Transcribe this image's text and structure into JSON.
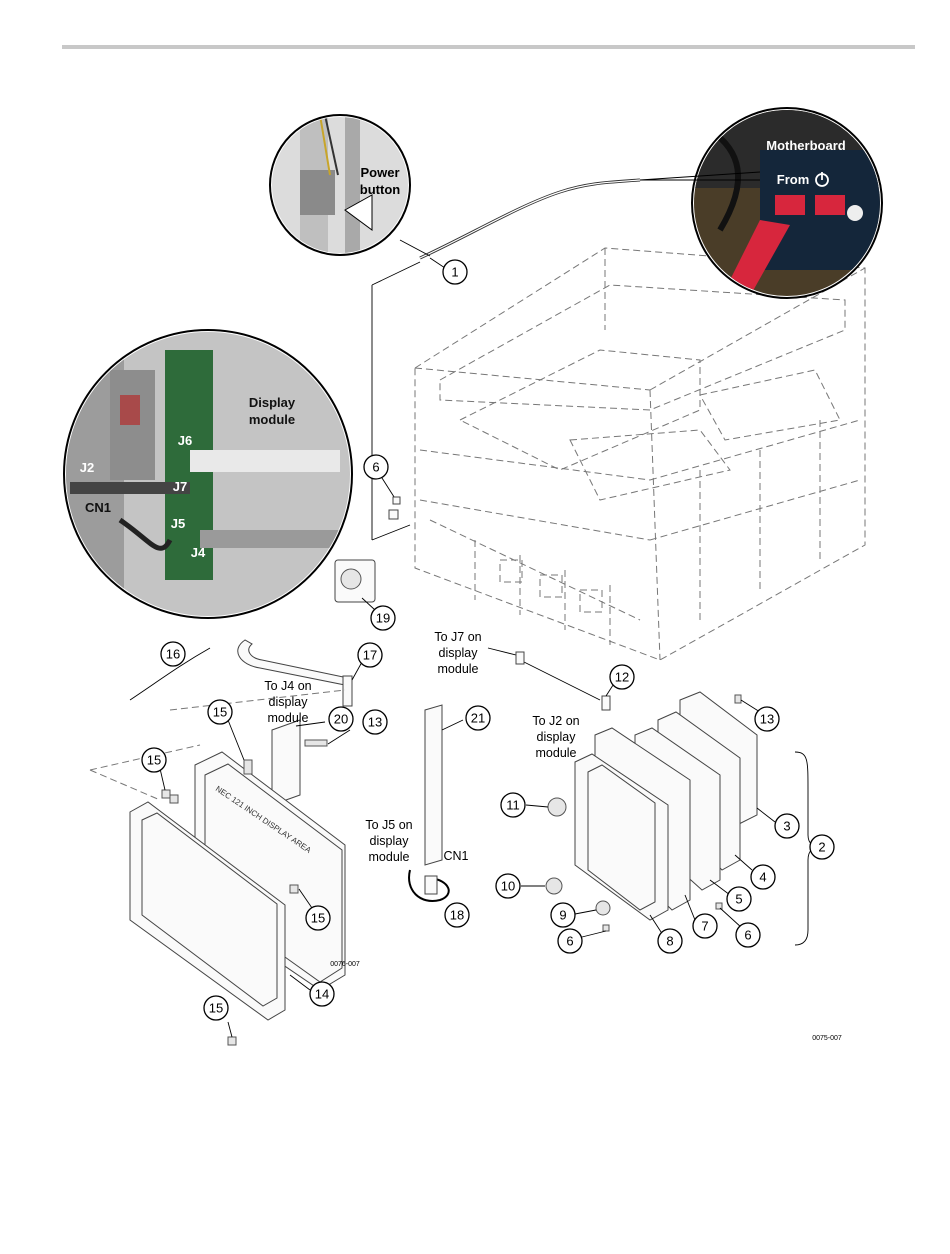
{
  "insets": {
    "power": {
      "label_line1": "Power",
      "label_line2": "button"
    },
    "motherboard": {
      "title": "Motherboard",
      "from_label": "From"
    },
    "display": {
      "title_line1": "Display",
      "title_line2": "module",
      "j6": "J6",
      "j2": "J2",
      "j7": "J7",
      "cn1": "CN1",
      "j5": "J5",
      "j4": "J4"
    }
  },
  "annotations": {
    "to_j7": [
      "To J7 on",
      "display",
      "module"
    ],
    "to_j4": [
      "To J4 on",
      "display",
      "module"
    ],
    "to_j2": [
      "To J2 on",
      "display",
      "module"
    ],
    "to_j5": [
      "To J5 on",
      "display",
      "module"
    ],
    "cn1": "CN1",
    "lcd_text": "NEC 121 INCH DISPLAY AREA",
    "fig_id_small": "0076-007",
    "fig_id": "0075-007"
  },
  "callouts": {
    "c1": "1",
    "c6a": "6",
    "c19": "19",
    "c16": "16",
    "c17": "17",
    "c12": "12",
    "c15a": "15",
    "c20": "20",
    "c13a": "13",
    "c21": "21",
    "c13b": "13",
    "c15b": "15",
    "c3": "3",
    "c2": "2",
    "c11": "11",
    "c4": "4",
    "c5": "5",
    "c10": "10",
    "c18": "18",
    "c15c": "15",
    "c9": "9",
    "c7": "7",
    "c6b": "6",
    "c6c": "6",
    "c8": "8",
    "c14": "14",
    "c15d": "15"
  },
  "colors": {
    "rule": "#c8c8c8",
    "inset_board": "#2e6b3a",
    "inset_red": "#d7263d",
    "inset_dark": "#1d1d1d"
  }
}
